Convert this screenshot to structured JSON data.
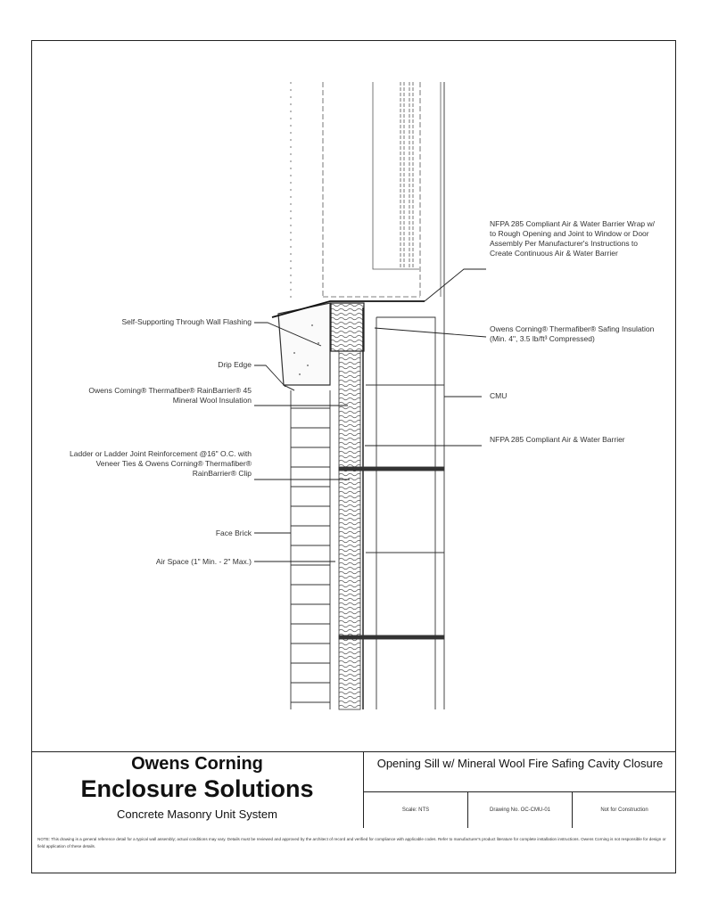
{
  "labels": {
    "nfpa_top": "NFPA 285 Compliant Air & Water Barrier Wrap w/ to Rough Opening and Joint to Window or Door Assembly Per Manufacturer's Instructions to Create Continuous Air & Water Barrier",
    "self_adhering": "Self-Supporting Through Wall Flashing",
    "safing": "Owens Corning® Thermafiber® Safing Insulation (Min. 4\", 3.5 lb/ft³ Compressed)",
    "drip_edge": "Drip Edge",
    "mineral_wool": "Owens Corning® Thermafiber® RainBarrier® 45 Mineral Wool Insulation",
    "cmu": "CMU",
    "ladder": "Ladder or Ladder Joint Reinforcement @16\" O.C. with Veneer Ties & Owens Corning® Thermafiber® RainBarrier® Clip",
    "nfpa_bottom": "NFPA 285 Compliant Air & Water Barrier",
    "brick": "Face Brick",
    "air_space": "Air Space (1\" Min. - 2\" Max.)"
  },
  "title_block": {
    "brand_line1": "Owens Corning",
    "brand_line2": "Enclosure Solutions",
    "brand_line3": "Concrete Masonry Unit System",
    "detail_title": "Opening Sill w/ Mineral Wool Fire Safing Cavity Closure",
    "scale": "Scale: NTS",
    "drawing_no": "Drawing No. OC-CMU-01",
    "status": "Not for Construction"
  },
  "note": "NOTE: This drawing is a general reference detail for a typical wall assembly; actual conditions may vary. Details must be reviewed and approved by the architect of record and verified for compliance with applicable codes. Refer to manufacturer's product literature for complete installation instructions. Owens Corning is not responsible for design or field application of these details."
}
